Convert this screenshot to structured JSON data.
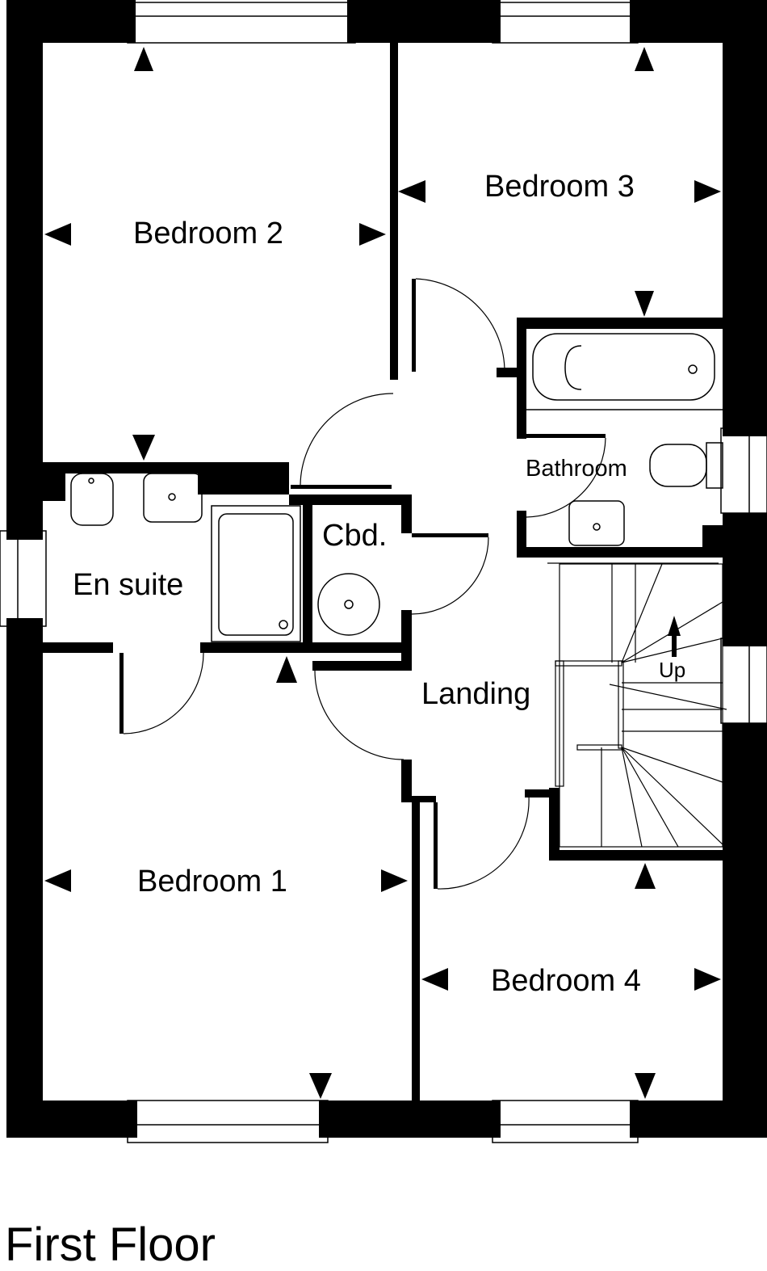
{
  "plan": {
    "title": "First Floor",
    "rooms": {
      "bedroom2": "Bedroom 2",
      "bedroom3": "Bedroom 3",
      "bedroom1": "Bedroom 1",
      "bedroom4": "Bedroom 4",
      "en_suite": "En suite",
      "cupboard": "Cbd.",
      "bathroom": "Bathroom",
      "landing": "Landing"
    },
    "stairs_label": "Up"
  },
  "colors": {
    "wall": "#000000",
    "background": "#ffffff"
  }
}
